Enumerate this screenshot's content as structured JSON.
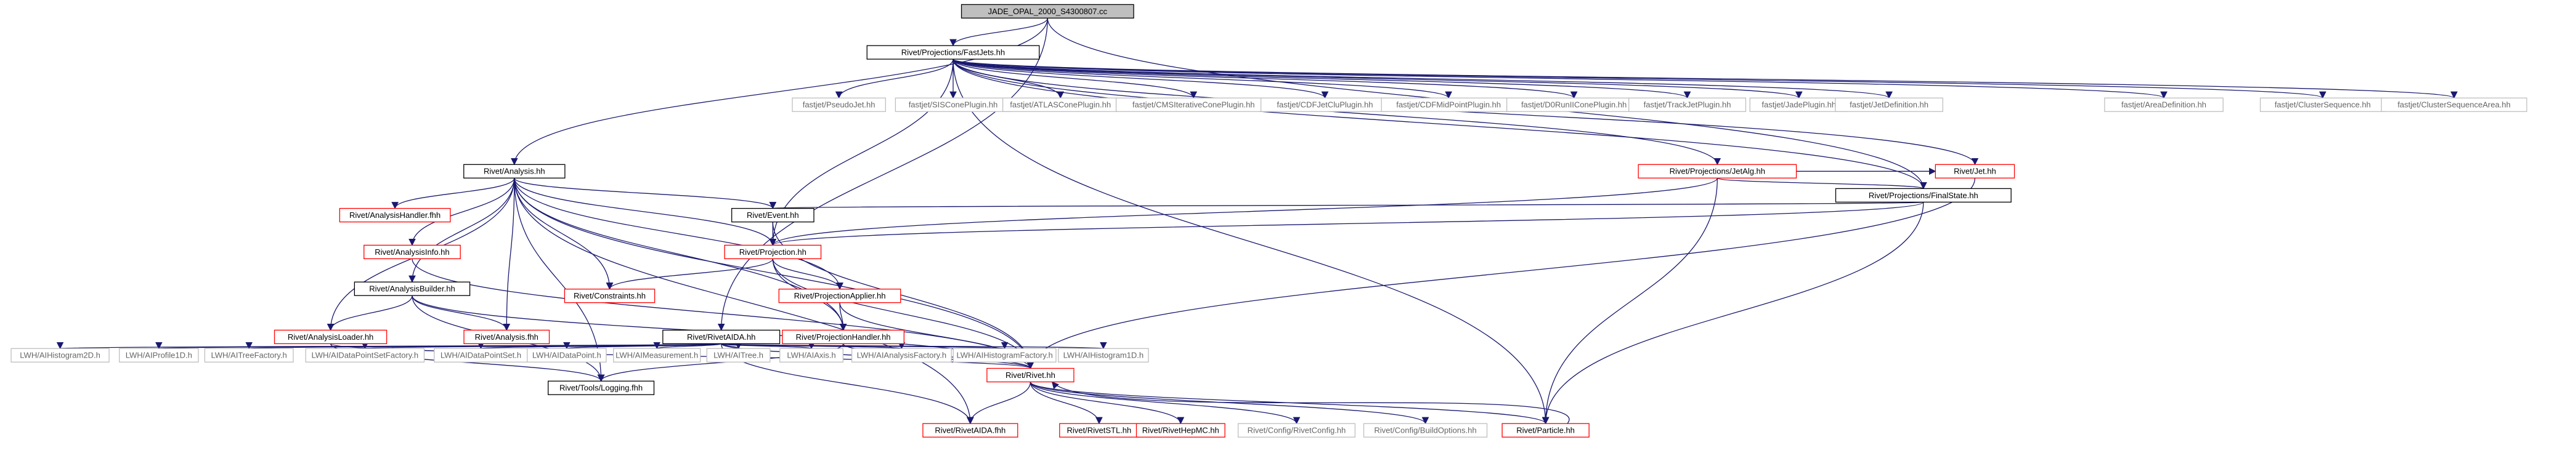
{
  "colors": {
    "background": "#ffffff",
    "edge": "#191970",
    "root_fill": "#bfbfbf",
    "default_border": "#000000",
    "missing_border": "#bfbfbf",
    "missing_text": "#666666",
    "red_border": "#ff0000",
    "text": "#000000"
  },
  "nodes": [
    {
      "id": "root",
      "label": "JADE_OPAL_2000_S4300807.cc",
      "style": "root"
    },
    {
      "id": "fastjets",
      "label": "Rivet/Projections/FastJets.hh",
      "style": "black"
    },
    {
      "id": "rivetaida_hh",
      "label": "Rivet/RivetAIDA.hh",
      "style": "black"
    },
    {
      "id": "analysis_hh",
      "label": "Rivet/Analysis.hh",
      "style": "black"
    },
    {
      "id": "finalstate",
      "label": "Rivet/Projections/FinalState.hh",
      "style": "black"
    },
    {
      "id": "jetalg",
      "label": "Rivet/Projections/JetAlg.hh",
      "style": "red"
    },
    {
      "id": "jet_hh",
      "label": "Rivet/Jet.hh",
      "style": "red"
    },
    {
      "id": "pseudojet",
      "label": "fastjet/PseudoJet.hh",
      "style": "gray"
    },
    {
      "id": "siscone",
      "label": "fastjet/SISConePlugin.hh",
      "style": "gray"
    },
    {
      "id": "atlascone",
      "label": "fastjet/ATLASConePlugin.hh",
      "style": "gray"
    },
    {
      "id": "cmsiter",
      "label": "fastjet/CMSIterativeConePlugin.hh",
      "style": "gray"
    },
    {
      "id": "cdfjetclu",
      "label": "fastjet/CDFJetCluPlugin.hh",
      "style": "gray"
    },
    {
      "id": "cdfmidpoint",
      "label": "fastjet/CDFMidPointPlugin.hh",
      "style": "gray"
    },
    {
      "id": "d0runii",
      "label": "fastjet/D0RunIIConePlugin.hh",
      "style": "gray"
    },
    {
      "id": "trackjet",
      "label": "fastjet/TrackJetPlugin.hh",
      "style": "gray"
    },
    {
      "id": "jade",
      "label": "fastjet/JadePlugin.hh",
      "style": "gray"
    },
    {
      "id": "jetdef",
      "label": "fastjet/JetDefinition.hh",
      "style": "gray"
    },
    {
      "id": "areadef",
      "label": "fastjet/AreaDefinition.hh",
      "style": "gray"
    },
    {
      "id": "clusterseq",
      "label": "fastjet/ClusterSequence.hh",
      "style": "gray"
    },
    {
      "id": "clusterseqarea",
      "label": "fastjet/ClusterSequenceArea.hh",
      "style": "gray"
    },
    {
      "id": "analysishandler",
      "label": "Rivet/AnalysisHandler.fhh",
      "style": "red"
    },
    {
      "id": "event_hh",
      "label": "Rivet/Event.hh",
      "style": "black"
    },
    {
      "id": "analysisinfo",
      "label": "Rivet/AnalysisInfo.hh",
      "style": "red"
    },
    {
      "id": "projection_hh",
      "label": "Rivet/Projection.hh",
      "style": "red"
    },
    {
      "id": "analysisbuilder",
      "label": "Rivet/AnalysisBuilder.hh",
      "style": "black"
    },
    {
      "id": "constraints",
      "label": "Rivet/Constraints.hh",
      "style": "red"
    },
    {
      "id": "projapplier",
      "label": "Rivet/ProjectionApplier.hh",
      "style": "red"
    },
    {
      "id": "analysisloader",
      "label": "Rivet/AnalysisLoader.hh",
      "style": "red"
    },
    {
      "id": "analysis_fhh",
      "label": "Rivet/Analysis.fhh",
      "style": "red"
    },
    {
      "id": "projhandler",
      "label": "Rivet/ProjectionHandler.hh",
      "style": "red"
    },
    {
      "id": "lwhist2d",
      "label": "LWH/AIHistogram2D.h",
      "style": "gray"
    },
    {
      "id": "lwprofile1d",
      "label": "LWH/AIProfile1D.h",
      "style": "gray"
    },
    {
      "id": "lwtreefactory",
      "label": "LWH/AITreeFactory.h",
      "style": "gray"
    },
    {
      "id": "lwdpsfactory",
      "label": "LWH/AIDataPointSetFactory.h",
      "style": "gray"
    },
    {
      "id": "lwdps",
      "label": "LWH/AIDataPointSet.h",
      "style": "gray"
    },
    {
      "id": "lwdp",
      "label": "LWH/AIDataPoint.h",
      "style": "gray"
    },
    {
      "id": "lwmeas",
      "label": "LWH/AIMeasurement.h",
      "style": "gray"
    },
    {
      "id": "lwtree",
      "label": "LWH/AITree.h",
      "style": "gray"
    },
    {
      "id": "lwaxis",
      "label": "LWH/AIAxis.h",
      "style": "gray"
    },
    {
      "id": "lwanalysisfactory",
      "label": "LWH/AIAnalysisFactory.h",
      "style": "gray"
    },
    {
      "id": "lwhistfactory",
      "label": "LWH/AIHistogramFactory.h",
      "style": "gray"
    },
    {
      "id": "lwhist1d",
      "label": "LWH/AIHistogram1D.h",
      "style": "gray"
    },
    {
      "id": "logging",
      "label": "Rivet/Tools/Logging.fhh",
      "style": "black"
    },
    {
      "id": "rivet_hh",
      "label": "Rivet/Rivet.hh",
      "style": "red"
    },
    {
      "id": "rivetaida_fhh",
      "label": "Rivet/RivetAIDA.fhh",
      "style": "red"
    },
    {
      "id": "rivetstl",
      "label": "Rivet/RivetSTL.hh",
      "style": "red"
    },
    {
      "id": "rivethepmc",
      "label": "Rivet/RivetHepMC.hh",
      "style": "red"
    },
    {
      "id": "rivetconfig",
      "label": "Rivet/Config/RivetConfig.hh",
      "style": "gray"
    },
    {
      "id": "buildoptions",
      "label": "Rivet/Config/BuildOptions.hh",
      "style": "gray"
    },
    {
      "id": "particle_hh",
      "label": "Rivet/Particle.hh",
      "style": "red"
    }
  ],
  "edges": [
    [
      "root",
      "fastjets"
    ],
    [
      "root",
      "rivetaida_hh"
    ],
    [
      "root",
      "analysis_hh"
    ],
    [
      "root",
      "finalstate"
    ],
    [
      "fastjets",
      "pseudojet"
    ],
    [
      "fastjets",
      "siscone"
    ],
    [
      "fastjets",
      "atlascone"
    ],
    [
      "fastjets",
      "cmsiter"
    ],
    [
      "fastjets",
      "cdfjetclu"
    ],
    [
      "fastjets",
      "cdfmidpoint"
    ],
    [
      "fastjets",
      "d0runii"
    ],
    [
      "fastjets",
      "trackjet"
    ],
    [
      "fastjets",
      "jade"
    ],
    [
      "fastjets",
      "jetdef"
    ],
    [
      "fastjets",
      "jetalg"
    ],
    [
      "fastjets",
      "areadef"
    ],
    [
      "fastjets",
      "clusterseq"
    ],
    [
      "fastjets",
      "clusterseqarea"
    ],
    [
      "fastjets",
      "finalstate"
    ],
    [
      "fastjets",
      "jet_hh"
    ],
    [
      "fastjets",
      "projection_hh"
    ],
    [
      "fastjets",
      "particle_hh"
    ],
    [
      "jetalg",
      "finalstate"
    ],
    [
      "jetalg",
      "jet_hh"
    ],
    [
      "jetalg",
      "projection_hh"
    ],
    [
      "jetalg",
      "particle_hh"
    ],
    [
      "finalstate",
      "event_hh"
    ],
    [
      "finalstate",
      "projection_hh"
    ],
    [
      "finalstate",
      "particle_hh"
    ],
    [
      "jet_hh",
      "rivet_hh"
    ],
    [
      "analysis_hh",
      "analysishandler"
    ],
    [
      "analysis_hh",
      "event_hh"
    ],
    [
      "analysis_hh",
      "analysisinfo"
    ],
    [
      "analysis_hh",
      "projection_hh"
    ],
    [
      "analysis_hh",
      "analysisbuilder"
    ],
    [
      "analysis_hh",
      "constraints"
    ],
    [
      "analysis_hh",
      "projapplier"
    ],
    [
      "analysis_hh",
      "analysisloader"
    ],
    [
      "analysis_hh",
      "analysis_fhh"
    ],
    [
      "analysis_hh",
      "projhandler"
    ],
    [
      "analysis_hh",
      "logging"
    ],
    [
      "analysis_hh",
      "rivet_hh"
    ],
    [
      "analysis_hh",
      "rivetaida_fhh"
    ],
    [
      "event_hh",
      "projection_hh"
    ],
    [
      "event_hh",
      "rivet_hh"
    ],
    [
      "analysisinfo",
      "rivet_hh"
    ],
    [
      "projection_hh",
      "constraints"
    ],
    [
      "projection_hh",
      "projapplier"
    ],
    [
      "projection_hh",
      "projhandler"
    ],
    [
      "projection_hh",
      "rivet_hh"
    ],
    [
      "analysisbuilder",
      "analysisloader"
    ],
    [
      "analysisbuilder",
      "analysis_fhh"
    ],
    [
      "analysisbuilder",
      "logging"
    ],
    [
      "analysisbuilder",
      "rivet_hh"
    ],
    [
      "projapplier",
      "projhandler"
    ],
    [
      "projapplier",
      "rivet_hh"
    ],
    [
      "analysisloader",
      "logging"
    ],
    [
      "analysisloader",
      "rivet_hh"
    ],
    [
      "projhandler",
      "logging"
    ],
    [
      "projhandler",
      "rivet_hh"
    ],
    [
      "rivetaida_hh",
      "lwhist2d"
    ],
    [
      "rivetaida_hh",
      "lwprofile1d"
    ],
    [
      "rivetaida_hh",
      "lwtreefactory"
    ],
    [
      "rivetaida_hh",
      "lwdpsfactory"
    ],
    [
      "rivetaida_hh",
      "lwdps"
    ],
    [
      "rivetaida_hh",
      "lwdp"
    ],
    [
      "rivetaida_hh",
      "lwmeas"
    ],
    [
      "rivetaida_hh",
      "lwtree"
    ],
    [
      "rivetaida_hh",
      "lwaxis"
    ],
    [
      "rivetaida_hh",
      "lwanalysisfactory"
    ],
    [
      "rivetaida_hh",
      "lwhistfactory"
    ],
    [
      "rivetaida_hh",
      "lwhist1d"
    ],
    [
      "rivetaida_hh",
      "rivet_hh"
    ],
    [
      "rivetaida_hh",
      "rivetaida_fhh"
    ],
    [
      "rivet_hh",
      "rivetaida_fhh"
    ],
    [
      "rivet_hh",
      "rivetstl"
    ],
    [
      "rivet_hh",
      "rivethepmc"
    ],
    [
      "rivet_hh",
      "rivetconfig"
    ],
    [
      "rivet_hh",
      "buildoptions"
    ],
    [
      "rivet_hh",
      "particle_hh"
    ],
    [
      "particle_hh",
      "rivet_hh"
    ]
  ]
}
